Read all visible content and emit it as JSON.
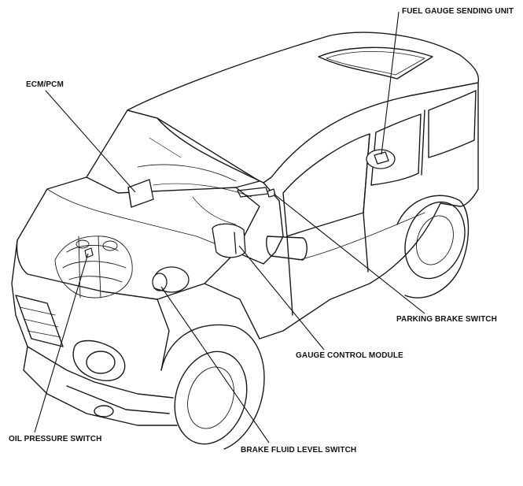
{
  "labels": {
    "fuel_gauge_sending_unit": "FUEL GAUGE SENDING UNIT",
    "ecm_pcm": "ECM/PCM",
    "parking_brake_switch": "PARKING BRAKE SWITCH",
    "gauge_control_module": "GAUGE CONTROL MODULE",
    "oil_pressure_switch": "OIL PRESSURE SWITCH",
    "brake_fluid_level_switch": "BRAKE FLUID LEVEL SWITCH"
  }
}
